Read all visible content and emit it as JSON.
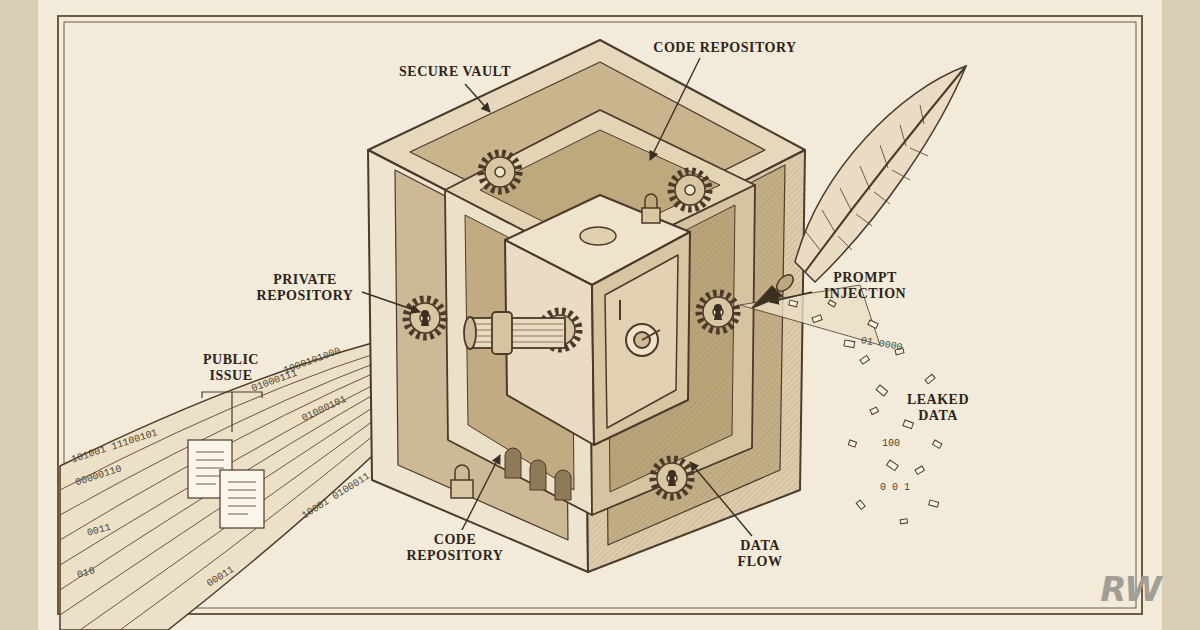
{
  "diagram": {
    "labels": [
      "SECURE VAULT",
      "CODE REPOSITORY",
      "PRIVATE REPOSITORY",
      "PROMPT INJECTION",
      "PUBLIC ISSUE",
      "LEAKED DATA",
      "CODE REPOSITORY",
      "DATA FLOW",
      "RW",
      "101001 11100101",
      "00000110",
      "0011",
      "010",
      "01000111",
      "1000101000",
      "01000101",
      "10001 0100011",
      "00011",
      "01 0000",
      "100",
      "0 0 1"
    ]
  }
}
